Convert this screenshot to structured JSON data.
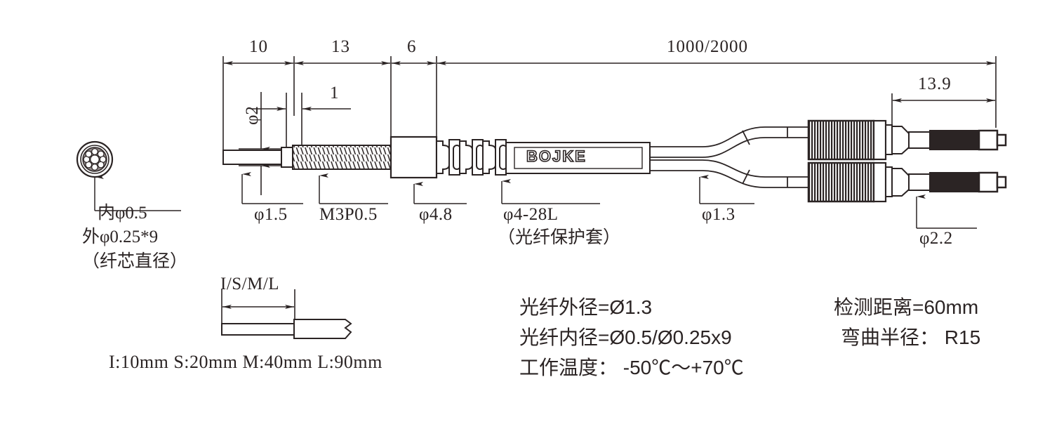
{
  "drawing": {
    "title": "Fiber optic sensor cable dimensional drawing",
    "brand_label": "BOJKE",
    "line_color": "#2b2424",
    "fill_dark": "#2b2424",
    "background": "#ffffff"
  },
  "top_dimensions": [
    {
      "name": "dim-10",
      "value": "10"
    },
    {
      "name": "dim-13",
      "value": "13"
    },
    {
      "name": "dim-6",
      "value": "6"
    },
    {
      "name": "dim-total",
      "value": "1000/2000"
    },
    {
      "name": "dim-13-9",
      "value": "13.9"
    },
    {
      "name": "dim-1",
      "value": "1"
    }
  ],
  "diameter_callouts": [
    {
      "name": "phi-2",
      "value": "φ2"
    },
    {
      "name": "phi-1-5",
      "value": "φ1.5"
    },
    {
      "name": "thread-m3p05",
      "value": "M3P0.5"
    },
    {
      "name": "phi-4-8",
      "value": "φ4.8"
    },
    {
      "name": "phi-4-28l",
      "value": "φ4-28L"
    },
    {
      "name": "fiber-sleeve-note",
      "value": "（光纤保护套）"
    },
    {
      "name": "phi-1-3",
      "value": "φ1.3"
    },
    {
      "name": "phi-2-2",
      "value": "φ2.2"
    }
  ],
  "cross_section": {
    "inner_label": "内φ0.5",
    "outer_label": "外φ0.25*9",
    "note": "（纤芯直径）"
  },
  "length_variants": {
    "dim_label": "I/S/M/L",
    "legend": "I:10mm  S:20mm  M:40mm  L:90mm"
  },
  "specs_left": [
    {
      "name": "spec-fiber-outer-diameter",
      "text": "光纤外径=Ø1.3"
    },
    {
      "name": "spec-fiber-inner-diameter",
      "text": "光纤内径=Ø0.5/Ø0.25x9"
    },
    {
      "name": "spec-operating-temperature",
      "text": "工作温度： -50℃～+70℃"
    }
  ],
  "specs_right": [
    {
      "name": "spec-sensing-distance",
      "text": "检测距离=60mm"
    },
    {
      "name": "spec-bend-radius",
      "text": "弯曲半径：  R15"
    }
  ]
}
